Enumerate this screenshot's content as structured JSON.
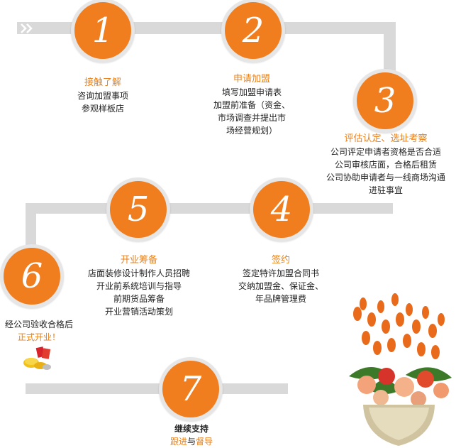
{
  "steps": [
    {
      "number": "1",
      "title": "接触了解",
      "lines": [
        "咨询加盟事项",
        "参观样板店"
      ]
    },
    {
      "number": "2",
      "title": "申请加盟",
      "lines": [
        "填写加盟申请表",
        "加盟前准备（资金、",
        "市场调查并提出市",
        "场经营规划）"
      ]
    },
    {
      "number": "3",
      "title": "评估认定、选址考察",
      "lines": [
        "公司评定申请者资格是否合适",
        "公司审核店面，合格后租赁",
        "公司协助申请者与一线商场沟通",
        "进驻事宜"
      ]
    },
    {
      "number": "4",
      "title": "签约",
      "lines": [
        "签定特许加盟合同书",
        "交纳加盟金、保证金、",
        "年品牌管理费"
      ]
    },
    {
      "number": "5",
      "title": "开业筹备",
      "lines": [
        "店面装修设计制作人员招聘",
        "开业前系统培训与指导",
        "前期货品筹备",
        "开业营销活动策划"
      ]
    },
    {
      "number": "6",
      "title": "",
      "lines": [
        "经公司验收合格后"
      ],
      "highlight": "正式开业！"
    },
    {
      "number": "7",
      "title": "继续支持",
      "follow": {
        "a": "跟进",
        "sep": "与",
        "b": "督导"
      }
    }
  ],
  "colors": {
    "accent": "#f07d1e",
    "track": "#d9d9d9",
    "ring": "#e6e6e6"
  },
  "icons": [
    "chevron-double-right-icon",
    "coins-icon",
    "flower-bouquet-icon"
  ]
}
